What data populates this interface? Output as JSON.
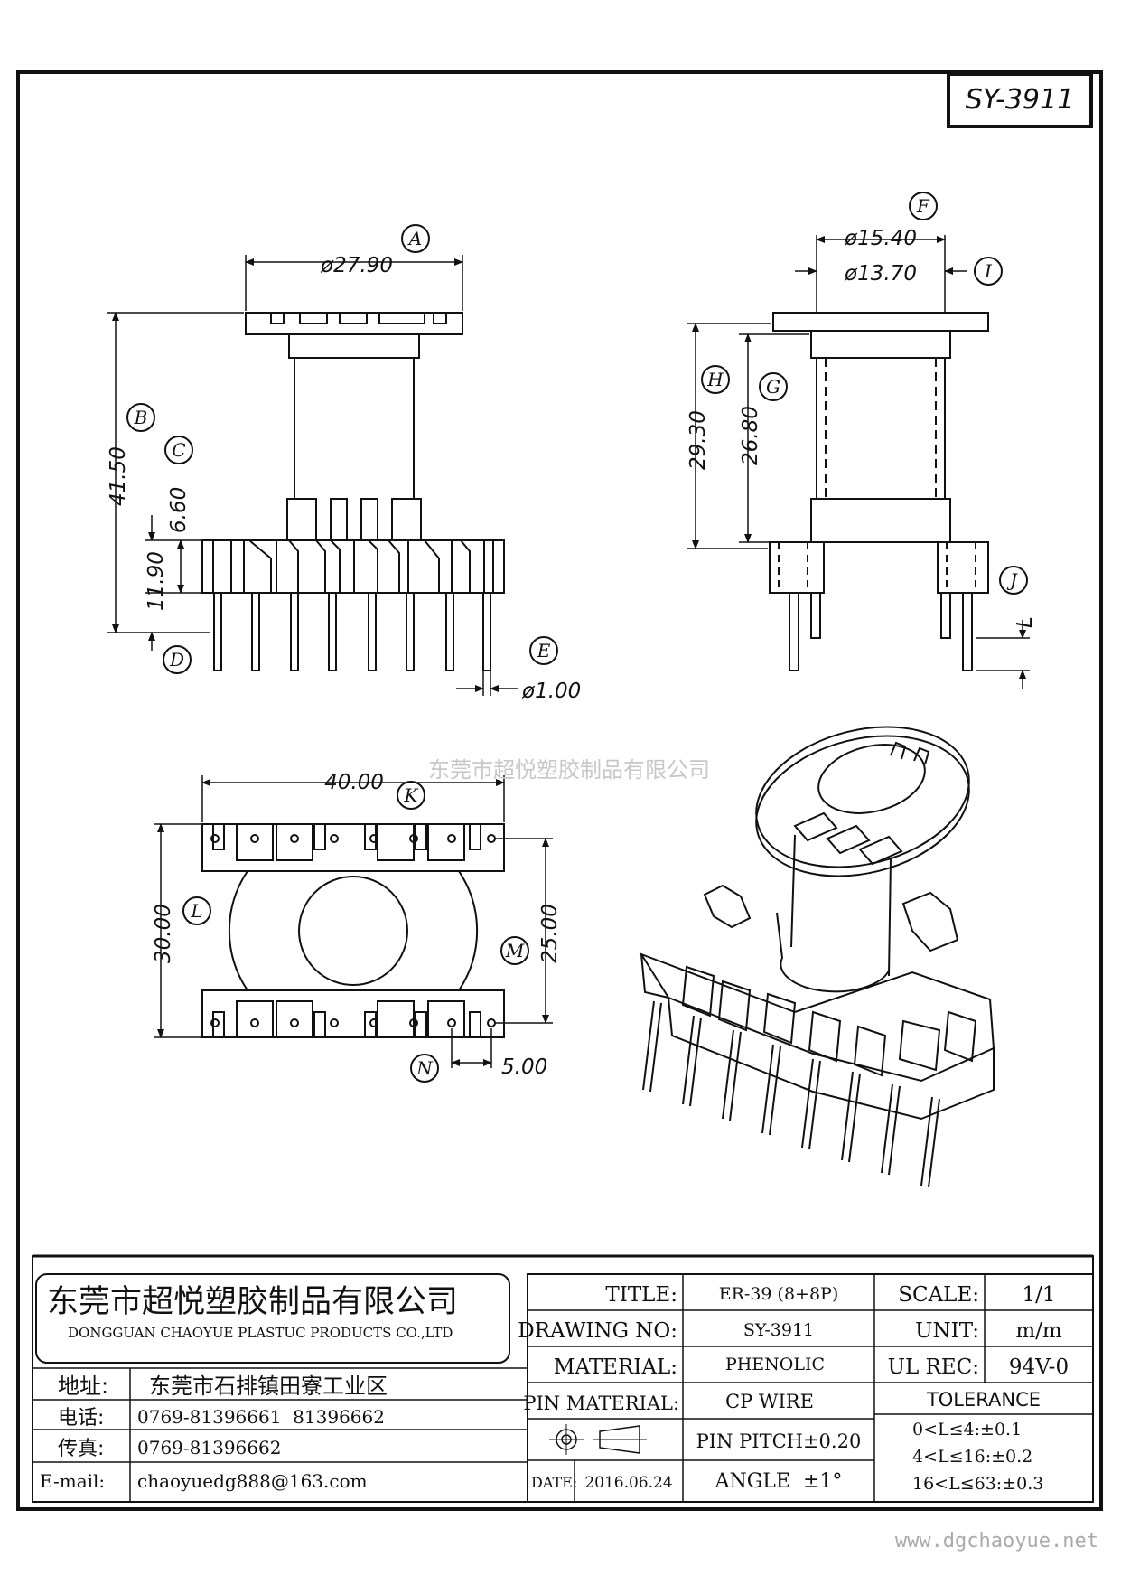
{
  "drawing_number_box": "SY-3911",
  "watermark": "东莞市超悦塑胶制品有限公司",
  "website": "www.dgchaoyue.net",
  "dimensions": {
    "A": "ø27.90",
    "F": "ø15.40",
    "I": "ø13.70",
    "B": "41.50",
    "C": "6.60",
    "D": "11.90",
    "E": "ø1.00",
    "H": "29.30",
    "G": "26.80",
    "J": "L",
    "K": "40.00",
    "L": "30.00",
    "M": "25.00",
    "N": "5.00"
  },
  "dimension_labels": [
    "A",
    "B",
    "C",
    "D",
    "E",
    "F",
    "G",
    "H",
    "I",
    "J",
    "K",
    "L",
    "M",
    "N"
  ],
  "title_block": {
    "company_cn": "东莞市超悦塑胶制品有限公司",
    "company_en": "DONGGUAN CHAOYUE PLASTUC PRODUCTS CO.,LTD",
    "address_label": "地址:",
    "address": "东莞市石排镇田寮工业区",
    "phone_label": "电话:",
    "phone": "0769-81396661  81396662",
    "fax_label": "传真:",
    "fax": "0769-81396662",
    "email_label": "E-mail:",
    "email": "chaoyuedg888@163.com",
    "title_label": "TITLE:",
    "title_value": "ER-39 (8+8P)",
    "drawing_no_label": "DRAWING NO:",
    "drawing_no_value": "SY-3911",
    "material_label": "MATERIAL:",
    "material_value": "PHENOLIC",
    "pin_material_label": "PIN MATERIAL:",
    "pin_material_value": "CP WIRE",
    "pin_pitch": "PIN PITCH±0.20",
    "date_label": "DATE:",
    "date_value": "2016.06.24",
    "angle": "ANGLE  ±1°",
    "scale_label": "SCALE:",
    "scale_value": "1/1",
    "unit_label": "UNIT:",
    "unit_value": "m/m",
    "ul_rec_label": "UL REC:",
    "ul_rec_value": "94V-0",
    "tolerance_label": "TOLERANCE",
    "tolerance_lines": [
      "0<L≤4:±0.1",
      "4<L≤16:±0.2",
      "16<L≤63:±0.3"
    ]
  }
}
